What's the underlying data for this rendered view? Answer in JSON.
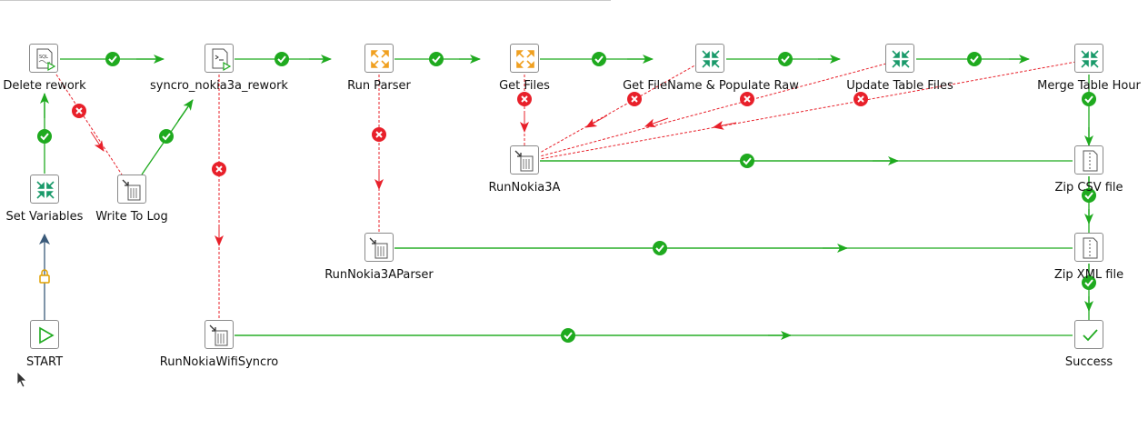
{
  "nodes": {
    "delete_rework": {
      "label": "Delete rework"
    },
    "syncro": {
      "label": "syncro_nokia3a_rework"
    },
    "run_parser": {
      "label": "Run Parser"
    },
    "get_files": {
      "label": "Get Files"
    },
    "get_filename": {
      "label": "Get FileName & Populate Raw"
    },
    "update_table": {
      "label": "Update Table Files"
    },
    "merge_table": {
      "label": "Merge Table Hour"
    },
    "set_variables": {
      "label": "Set Variables"
    },
    "write_to_log": {
      "label": "Write To Log"
    },
    "run_nokia3a": {
      "label": "RunNokia3A"
    },
    "zip_csv": {
      "label": "Zip CSV file"
    },
    "run_nokia3a_parser": {
      "label": "RunNokia3AParser"
    },
    "zip_xml": {
      "label": "Zip XML file"
    },
    "start": {
      "label": "START"
    },
    "run_nokia_wifi": {
      "label": "RunNokiaWifiSyncro"
    },
    "success": {
      "label": "Success"
    }
  },
  "colors": {
    "success_hop": "#1faa1f",
    "error_hop": "#e8202a",
    "unconditional_hop": "#3a5a7a",
    "lock": "#e0a000",
    "node_border": "#8a8a8a",
    "merge_icon": "#1a9a6a",
    "parser_icon": "#f0a020"
  },
  "icons": {
    "delete_rework": "sql-script-icon",
    "syncro": "shell-script-icon",
    "run_parser": "transformation-icon",
    "get_files": "transformation-icon",
    "get_filename": "merge-icon",
    "update_table": "merge-icon",
    "merge_table": "merge-icon",
    "set_variables": "merge-icon",
    "write_to_log": "job-icon",
    "run_nokia3a": "job-icon",
    "zip_csv": "zip-icon",
    "run_nokia3a_parser": "job-icon",
    "zip_xml": "zip-icon",
    "start": "start-icon",
    "run_nokia_wifi": "job-icon",
    "success": "success-icon"
  }
}
